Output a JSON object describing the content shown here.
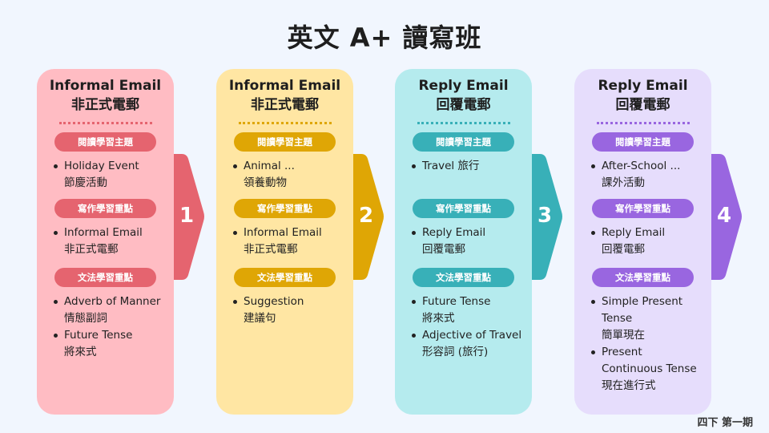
{
  "title": "英文 A+ 讀寫班",
  "footer": "四下 第一期",
  "cards": [
    {
      "number": "1",
      "title_en": "Informal Email",
      "title_zh": "非正式電郵",
      "bg": "#ffbcc3",
      "accent": "#e5646f",
      "sections": [
        {
          "label": "閱讀學習主題",
          "items": [
            "Holiday Event\n節慶活動"
          ]
        },
        {
          "label": "寫作學習重點",
          "items": [
            "Informal Email\n非正式電郵"
          ]
        },
        {
          "label": "文法學習重點",
          "items": [
            "Adverb of Manner\n情態副詞",
            "Future Tense\n將來式"
          ]
        }
      ]
    },
    {
      "number": "2",
      "title_en": "Informal Email",
      "title_zh": "非正式電郵",
      "bg": "#ffe6a3",
      "accent": "#dfa605",
      "sections": [
        {
          "label": "閱讀學習主題",
          "items": [
            "Animal ...\n領養動物"
          ]
        },
        {
          "label": "寫作學習重點",
          "items": [
            "Informal Email\n非正式電郵"
          ]
        },
        {
          "label": "文法學習重點",
          "items": [
            "Suggestion\n建議句"
          ]
        }
      ]
    },
    {
      "number": "3",
      "title_en": "Reply Email",
      "title_zh": "回覆電郵",
      "bg": "#b5ebee",
      "accent": "#38b0b8",
      "sections": [
        {
          "label": "閱讀學習主題",
          "items": [
            "Travel 旅行"
          ]
        },
        {
          "label": "寫作學習重點",
          "items": [
            "Reply Email\n回覆電郵"
          ]
        },
        {
          "label": "文法學習重點",
          "items": [
            "Future Tense\n將來式",
            "Adjective of Travel\n形容詞 (旅行)"
          ]
        }
      ]
    },
    {
      "number": "4",
      "title_en": "Reply Email",
      "title_zh": "回覆電郵",
      "bg": "#e6ddfc",
      "accent": "#9966e0",
      "sections": [
        {
          "label": "閱讀學習主題",
          "items": [
            "After-School ...\n課外活動"
          ]
        },
        {
          "label": "寫作學習重點",
          "items": [
            "Reply Email\n回覆電郵"
          ]
        },
        {
          "label": "文法學習重點",
          "items": [
            "Simple Present Tense\n簡單現在",
            "Present Continuous Tense\n現在進行式"
          ]
        }
      ]
    }
  ]
}
